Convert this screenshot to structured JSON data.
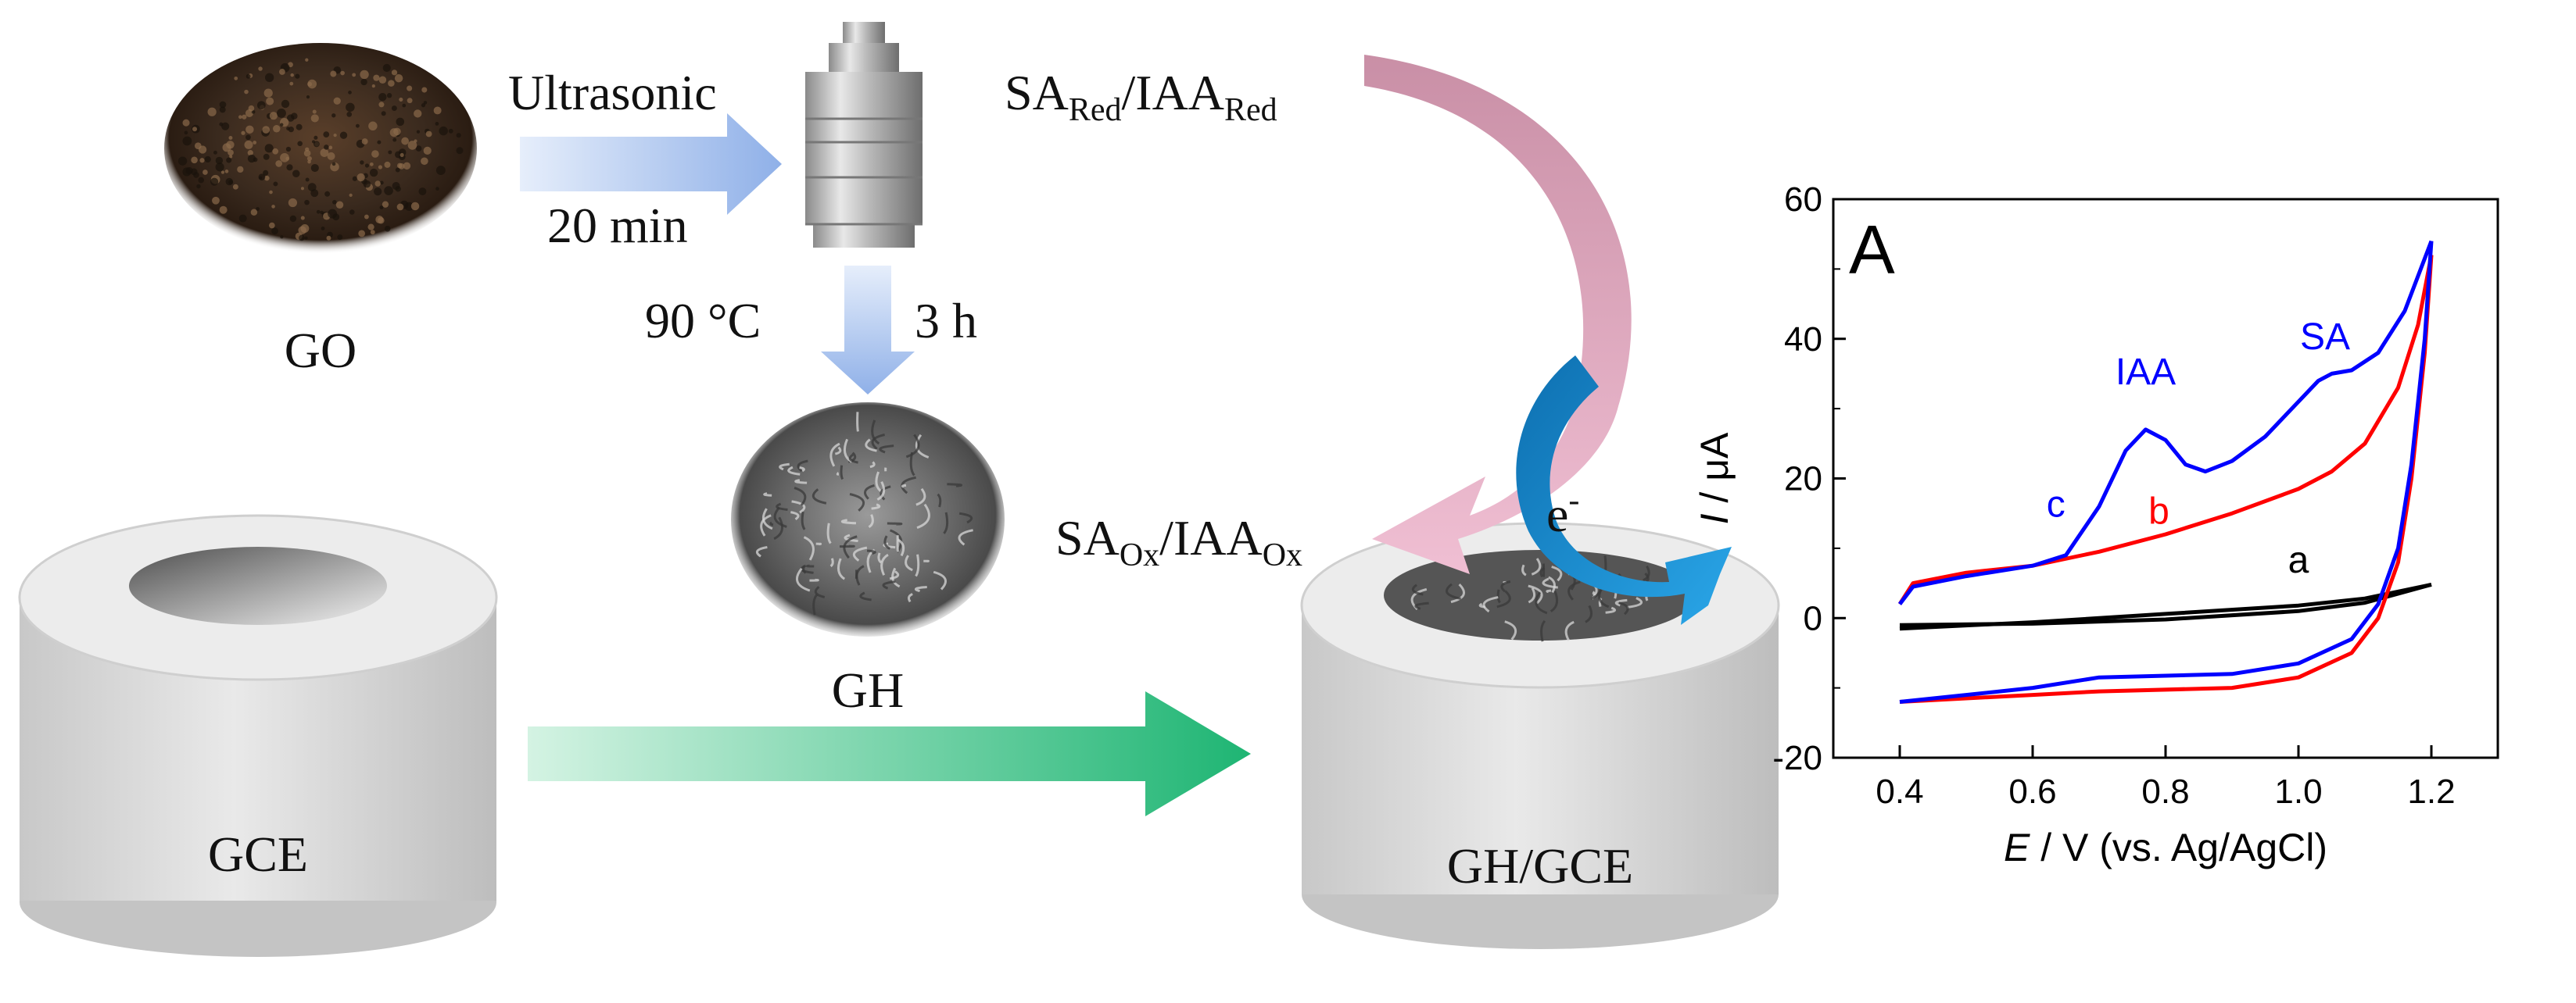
{
  "labels": {
    "go": "GO",
    "ultrasonic": "Ultrasonic",
    "ultrasonic_time": "20 min",
    "temperature": "90 °C",
    "duration": "3 h",
    "gh": "GH",
    "gce": "GCE",
    "gh_gce": "GH/GCE",
    "electron": "e",
    "electron_sup": "-"
  },
  "species": {
    "red_sa": "SA",
    "red_sub1": "Red",
    "red_slash": "/IAA",
    "red_sub2": "Red",
    "ox_sa": "SA",
    "ox_sub1": "Ox",
    "ox_slash": "/IAA",
    "ox_sub2": "Ox"
  },
  "colors": {
    "process_arrow": "#9bb5ea",
    "green_arrow": "#1eb573",
    "pink_arrow": "#d89ab5",
    "blue_arrow": "#1a8fd0",
    "curve_a": "#000000",
    "curve_b": "#ff0000",
    "curve_c": "#0000ff"
  },
  "chart_data": {
    "type": "line",
    "panel_label": "A",
    "xlabel_italic": "E",
    "xlabel_rest": " / V (vs. Ag/AgCl)",
    "ylabel_italic": "I",
    "ylabel_rest": " / μA",
    "xlim": [
      0.3,
      1.3
    ],
    "ylim": [
      -20,
      60
    ],
    "x_ticks": [
      0.4,
      0.6,
      0.8,
      1.0,
      1.2
    ],
    "x_tick_labels": [
      "0.4",
      "0.6",
      "0.8",
      "1.0",
      "1.2"
    ],
    "y_ticks": [
      -20,
      0,
      20,
      40,
      60
    ],
    "y_tick_labels": [
      "-20",
      "0",
      "20",
      "40",
      "60"
    ],
    "series": [
      {
        "key": "a",
        "color": "#000000",
        "forward": [
          [
            0.4,
            -1.5
          ],
          [
            0.6,
            -0.6
          ],
          [
            0.8,
            0.6
          ],
          [
            1.0,
            1.8
          ],
          [
            1.1,
            2.8
          ],
          [
            1.2,
            4.8
          ]
        ],
        "reverse": [
          [
            1.2,
            4.8
          ],
          [
            1.1,
            2.2
          ],
          [
            1.0,
            1.0
          ],
          [
            0.8,
            -0.2
          ],
          [
            0.6,
            -0.8
          ],
          [
            0.4,
            -1.0
          ]
        ]
      },
      {
        "key": "b",
        "color": "#ff0000",
        "forward": [
          [
            0.4,
            2.0
          ],
          [
            0.42,
            5.0
          ],
          [
            0.5,
            6.5
          ],
          [
            0.6,
            7.5
          ],
          [
            0.7,
            9.5
          ],
          [
            0.8,
            12.0
          ],
          [
            0.9,
            15.0
          ],
          [
            1.0,
            18.5
          ],
          [
            1.05,
            21.0
          ],
          [
            1.1,
            25.0
          ],
          [
            1.15,
            33.0
          ],
          [
            1.18,
            42.0
          ],
          [
            1.2,
            52.0
          ]
        ],
        "reverse": [
          [
            1.2,
            52.0
          ],
          [
            1.19,
            38.0
          ],
          [
            1.17,
            20.0
          ],
          [
            1.15,
            8.0
          ],
          [
            1.12,
            0.0
          ],
          [
            1.08,
            -5.0
          ],
          [
            1.0,
            -8.5
          ],
          [
            0.9,
            -10.0
          ],
          [
            0.7,
            -10.5
          ],
          [
            0.6,
            -11.0
          ],
          [
            0.5,
            -11.5
          ],
          [
            0.4,
            -12.0
          ]
        ]
      },
      {
        "key": "c",
        "color": "#0000ff",
        "forward": [
          [
            0.4,
            2.0
          ],
          [
            0.42,
            4.5
          ],
          [
            0.5,
            6.0
          ],
          [
            0.6,
            7.5
          ],
          [
            0.65,
            9.0
          ],
          [
            0.7,
            16.0
          ],
          [
            0.74,
            24.0
          ],
          [
            0.77,
            27.0
          ],
          [
            0.8,
            25.5
          ],
          [
            0.83,
            22.0
          ],
          [
            0.86,
            21.0
          ],
          [
            0.9,
            22.5
          ],
          [
            0.95,
            26.0
          ],
          [
            1.0,
            31.0
          ],
          [
            1.03,
            34.0
          ],
          [
            1.05,
            35.0
          ],
          [
            1.08,
            35.5
          ],
          [
            1.12,
            38.0
          ],
          [
            1.16,
            44.0
          ],
          [
            1.2,
            54.0
          ]
        ],
        "reverse": [
          [
            1.2,
            54.0
          ],
          [
            1.19,
            40.0
          ],
          [
            1.17,
            22.0
          ],
          [
            1.15,
            10.0
          ],
          [
            1.12,
            2.0
          ],
          [
            1.08,
            -3.0
          ],
          [
            1.0,
            -6.5
          ],
          [
            0.9,
            -8.0
          ],
          [
            0.7,
            -8.5
          ],
          [
            0.6,
            -10.0
          ],
          [
            0.5,
            -11.0
          ],
          [
            0.4,
            -12.0
          ]
        ]
      }
    ],
    "annotations": [
      {
        "text": "IAA",
        "color": "#0000ff"
      },
      {
        "text": "SA",
        "color": "#0000ff"
      },
      {
        "text": "c",
        "color": "#0000ff"
      },
      {
        "text": "b",
        "color": "#ff0000"
      },
      {
        "text": "a",
        "color": "#000000"
      }
    ]
  }
}
